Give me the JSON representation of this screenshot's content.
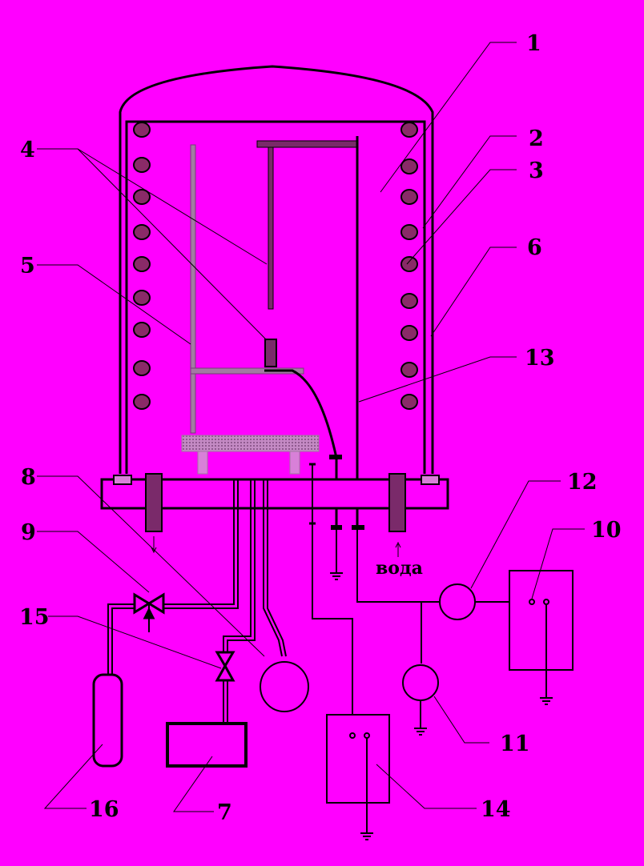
{
  "labels": {
    "l1": "1",
    "l2": "2",
    "l3": "3",
    "l4": "4",
    "l5": "5",
    "l6": "6",
    "l7": "7",
    "l8": "8",
    "l9": "9",
    "l10": "10",
    "l11": "11",
    "l12": "12",
    "l13": "13",
    "l14": "14",
    "l15": "15",
    "l16": "16"
  },
  "water_label": "вода",
  "colors": {
    "background": "#ff00ff",
    "line": "#000000",
    "coil": "#8a2a68",
    "grey_part": "#a37aa3",
    "light_part": "#d880d8"
  }
}
